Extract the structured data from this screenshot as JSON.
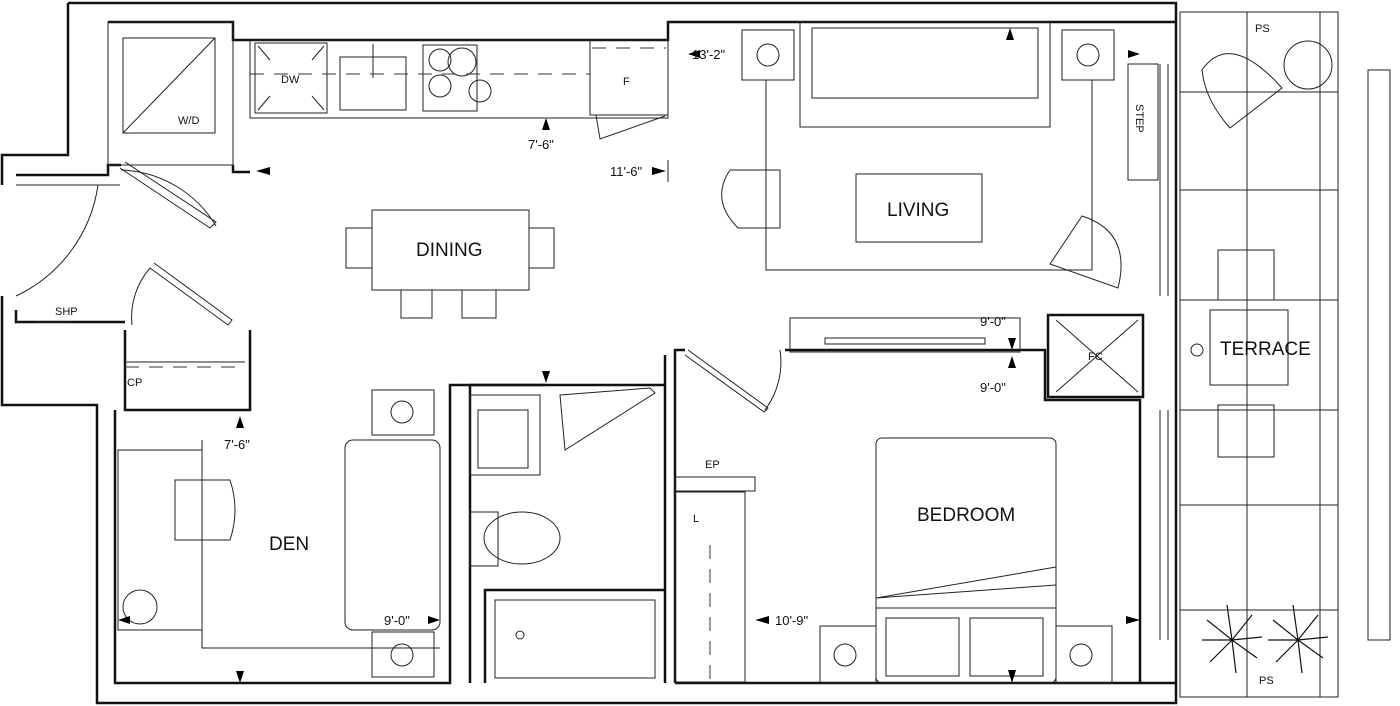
{
  "rooms": {
    "dining": "DINING",
    "living": "LIVING",
    "den": "DEN",
    "bedroom": "BEDROOM",
    "terrace": "TERRACE"
  },
  "fixtures": {
    "dishwasher": "DW",
    "washer_dryer": "W/D",
    "fridge": "F",
    "step": "STEP",
    "planter_top": "PS",
    "planter_bottom": "PS",
    "shoe_closet": "SHP",
    "coat_closet": "CP",
    "fan_coil": "FC",
    "electrical_panel": "EP",
    "linen": "L"
  },
  "dimensions": {
    "living_width": "13'-2\"",
    "kitchen_depth": "7'-6\"",
    "living_depth": "11'-6\"",
    "bedroom_depth_top": "9'-0\"",
    "bedroom_depth_bottom": "9'-0\"",
    "den_depth": "7'-6\"",
    "den_width": "9'-0\"",
    "bedroom_width": "10'-9\""
  }
}
